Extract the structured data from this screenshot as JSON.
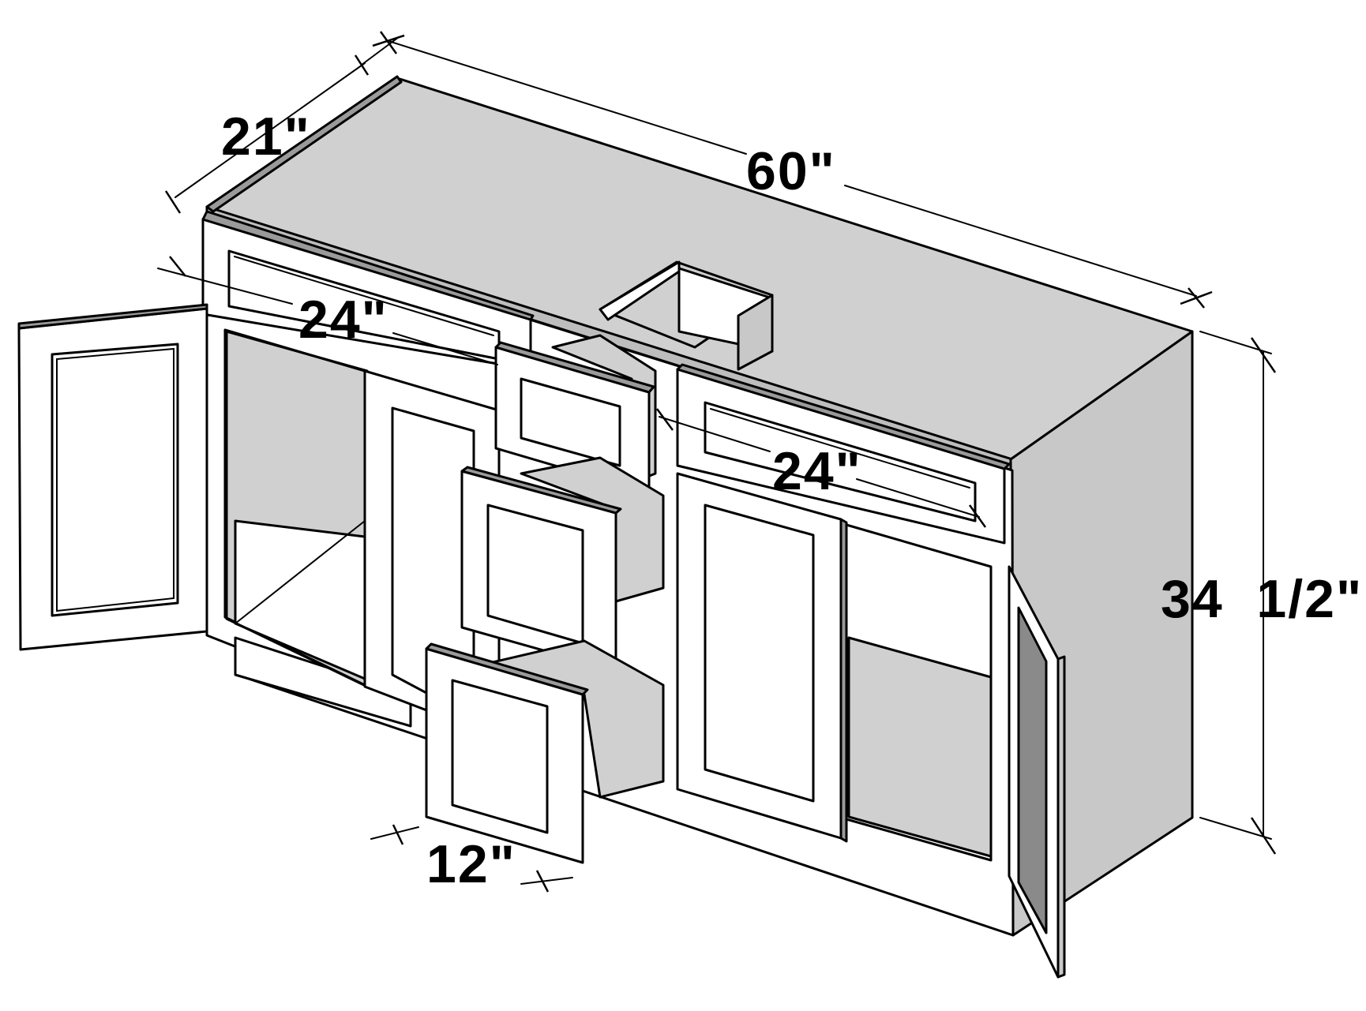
{
  "diagram": {
    "colors": {
      "outline": "#000000",
      "face": "#ffffff",
      "side": "#c8c8c8",
      "interior": "#d0d0d0",
      "edge": "#9a9a9a",
      "dark_panel": "#8a8a8a"
    },
    "dimensions": {
      "width": "60\"",
      "depth": "21\"",
      "height": "34  1/2\"",
      "left_top_drawer": "24\"",
      "right_top_drawer": "24\"",
      "drawer_width": "12\""
    }
  }
}
